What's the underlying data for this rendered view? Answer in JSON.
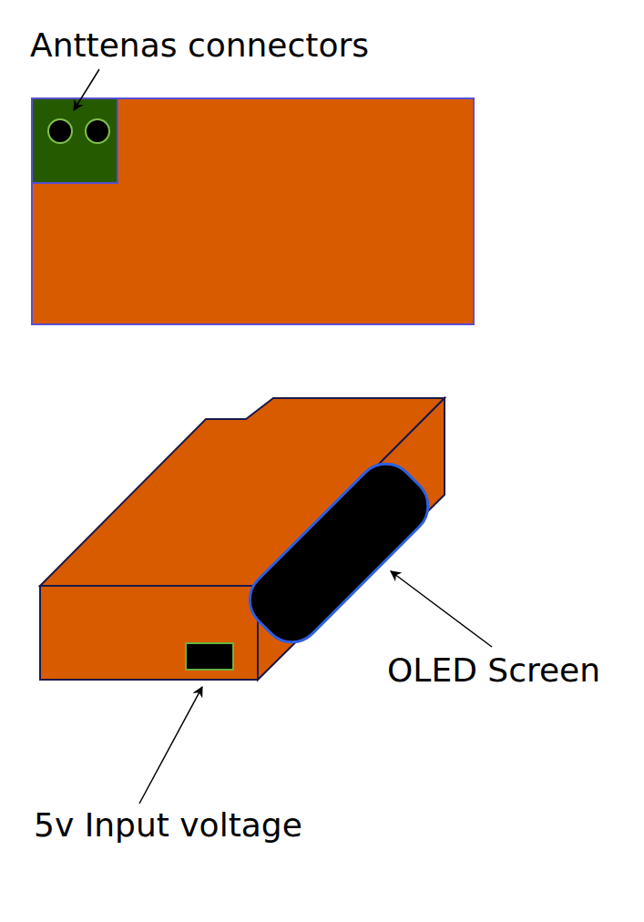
{
  "diagram": {
    "labels": [
      "Anttenas connectors",
      "OLED Screen",
      "5v Input voltage"
    ]
  }
}
